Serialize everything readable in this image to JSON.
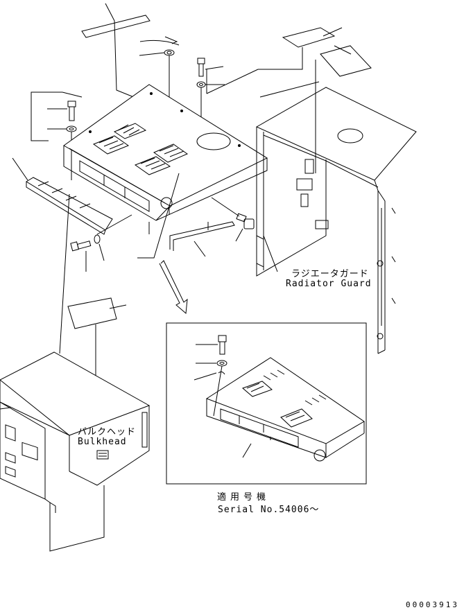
{
  "labels": {
    "radiator_guard_jp": "ラジエータガード",
    "radiator_guard_en": "Radiator Guard",
    "bulkhead_jp": "バルクヘッド",
    "bulkhead_en": "Bulkhead",
    "serial_jp": "適用号機",
    "serial_en": "Serial No.54006～",
    "drawing_number": "00003913"
  },
  "colors": {
    "line": "#000000",
    "background": "#ffffff"
  }
}
